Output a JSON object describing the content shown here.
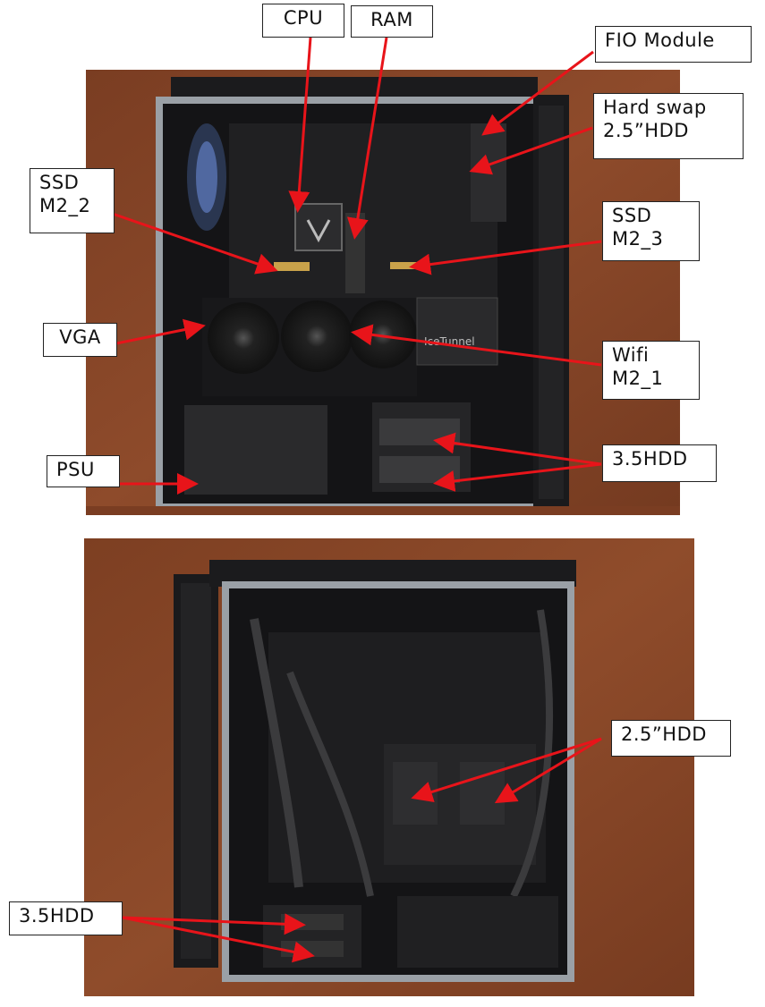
{
  "top_photo": {
    "description_alt": "PC case interior",
    "labels": {
      "cpu": "CPU",
      "ram": "RAM",
      "fio": "FIO Module",
      "hdd25_swap": "Hard swap\n2.5”HDD",
      "ssd_m2_2": "SSD\nM2_2",
      "ssd_m2_3": "SSD\nM2_3",
      "vga": "VGA",
      "wifi": "Wifi\nM2_1",
      "psu": "PSU",
      "hdd35": "3.5HDD"
    },
    "cooler_text": "IceTunnel"
  },
  "bottom_photo": {
    "labels": {
      "hdd25": "2.5”HDD",
      "hdd35": "3.5HDD"
    }
  },
  "colors": {
    "arrow": "#e8141a",
    "wood": "#8a4a2c",
    "case": "#1c1c1e"
  }
}
